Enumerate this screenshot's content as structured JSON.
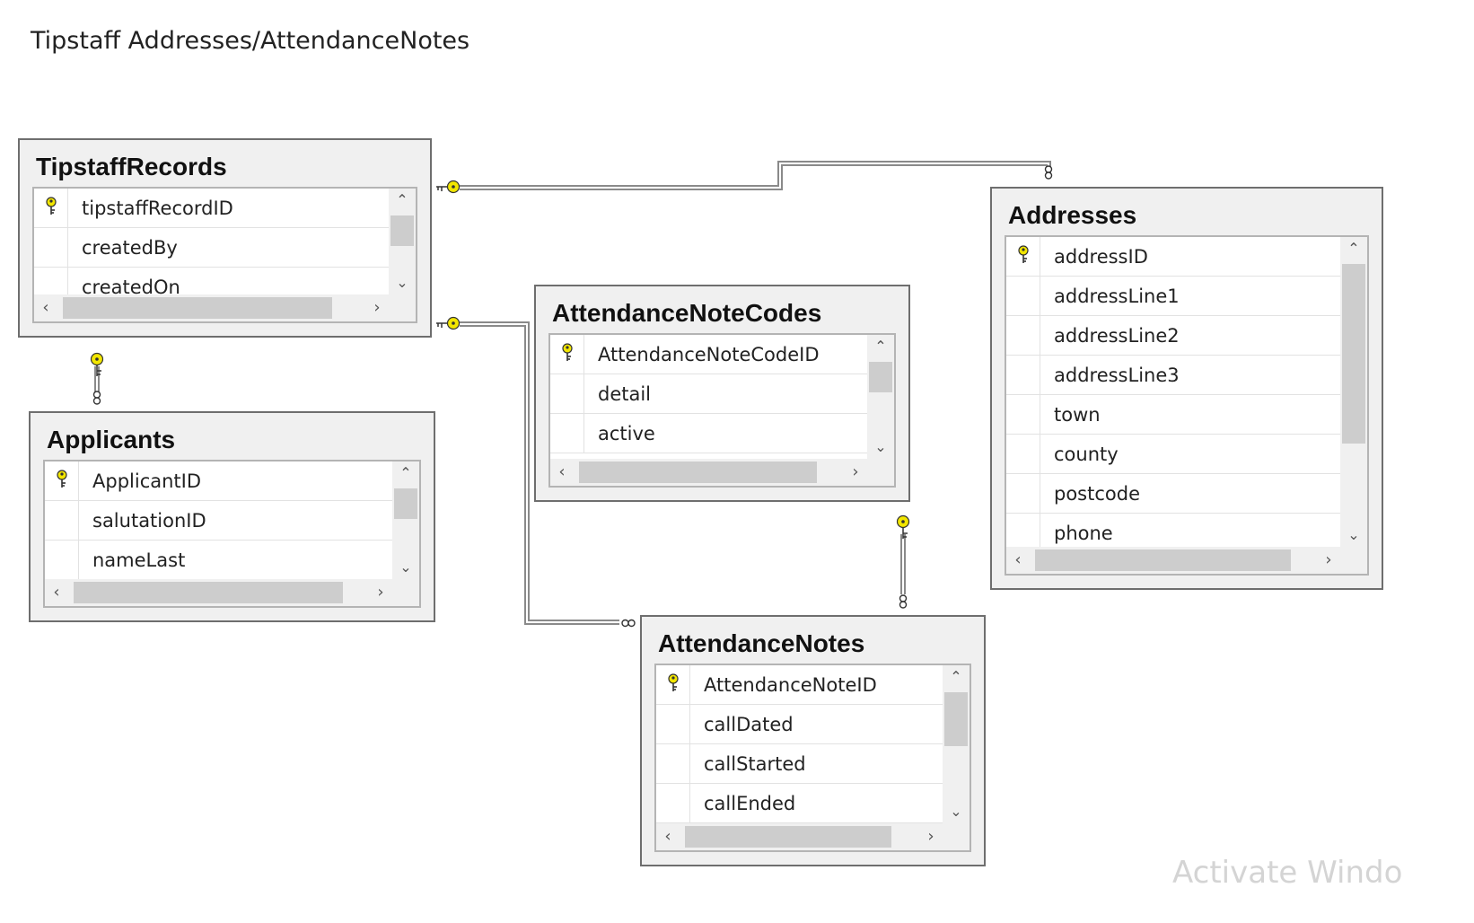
{
  "title": "Tipstaff Addresses/AttendanceNotes",
  "watermark": "Activate Windo",
  "colors": {
    "key": "#f2e600",
    "connector": "#8a8a8a",
    "table_bg": "#f0f0f0"
  },
  "icons": {
    "primary_key": "key-icon"
  },
  "tables": {
    "tipstaff": {
      "name": "TipstaffRecords",
      "columns": [
        {
          "name": "tipstaffRecordID",
          "pk": true
        },
        {
          "name": "createdBy",
          "pk": false
        },
        {
          "name": "createdOn",
          "pk": false
        }
      ]
    },
    "applicants": {
      "name": "Applicants",
      "columns": [
        {
          "name": "ApplicantID",
          "pk": true
        },
        {
          "name": "salutationID",
          "pk": false
        },
        {
          "name": "nameLast",
          "pk": false
        }
      ]
    },
    "codes": {
      "name": "AttendanceNoteCodes",
      "columns": [
        {
          "name": "AttendanceNoteCodeID",
          "pk": true
        },
        {
          "name": "detail",
          "pk": false
        },
        {
          "name": "active",
          "pk": false
        }
      ]
    },
    "addresses": {
      "name": "Addresses",
      "columns": [
        {
          "name": "addressID",
          "pk": true
        },
        {
          "name": "addressLine1",
          "pk": false
        },
        {
          "name": "addressLine2",
          "pk": false
        },
        {
          "name": "addressLine3",
          "pk": false
        },
        {
          "name": "town",
          "pk": false
        },
        {
          "name": "county",
          "pk": false
        },
        {
          "name": "postcode",
          "pk": false
        },
        {
          "name": "phone",
          "pk": false
        }
      ]
    },
    "notes": {
      "name": "AttendanceNotes",
      "columns": [
        {
          "name": "AttendanceNoteID",
          "pk": true
        },
        {
          "name": "callDated",
          "pk": false
        },
        {
          "name": "callStarted",
          "pk": false
        },
        {
          "name": "callEnded",
          "pk": false
        }
      ]
    }
  },
  "relationships": [
    {
      "from": "TipstaffRecords",
      "to": "Addresses",
      "one_end": "key",
      "many_end": "infinity"
    },
    {
      "from": "TipstaffRecords",
      "to": "Applicants",
      "one_end": "key",
      "many_end": "infinity"
    },
    {
      "from": "TipstaffRecords",
      "to": "AttendanceNotes",
      "one_end": "key",
      "many_end": "infinity"
    },
    {
      "from": "AttendanceNoteCodes",
      "to": "AttendanceNotes",
      "one_end": "key",
      "many_end": "infinity"
    }
  ]
}
